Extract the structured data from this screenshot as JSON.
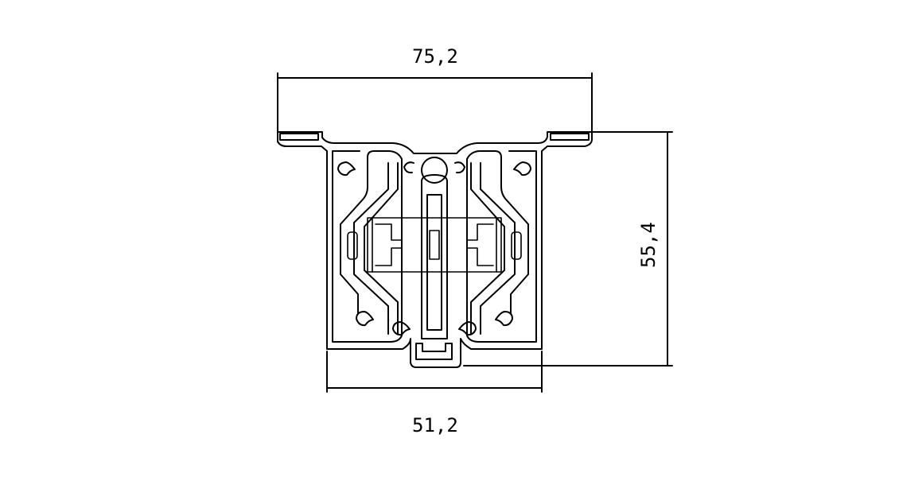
{
  "drawing": {
    "dimension_top": "75,2",
    "dimension_bottom": "51,2",
    "dimension_right": "55,4"
  },
  "colors": {
    "line": "#000000",
    "background": "#ffffff"
  }
}
